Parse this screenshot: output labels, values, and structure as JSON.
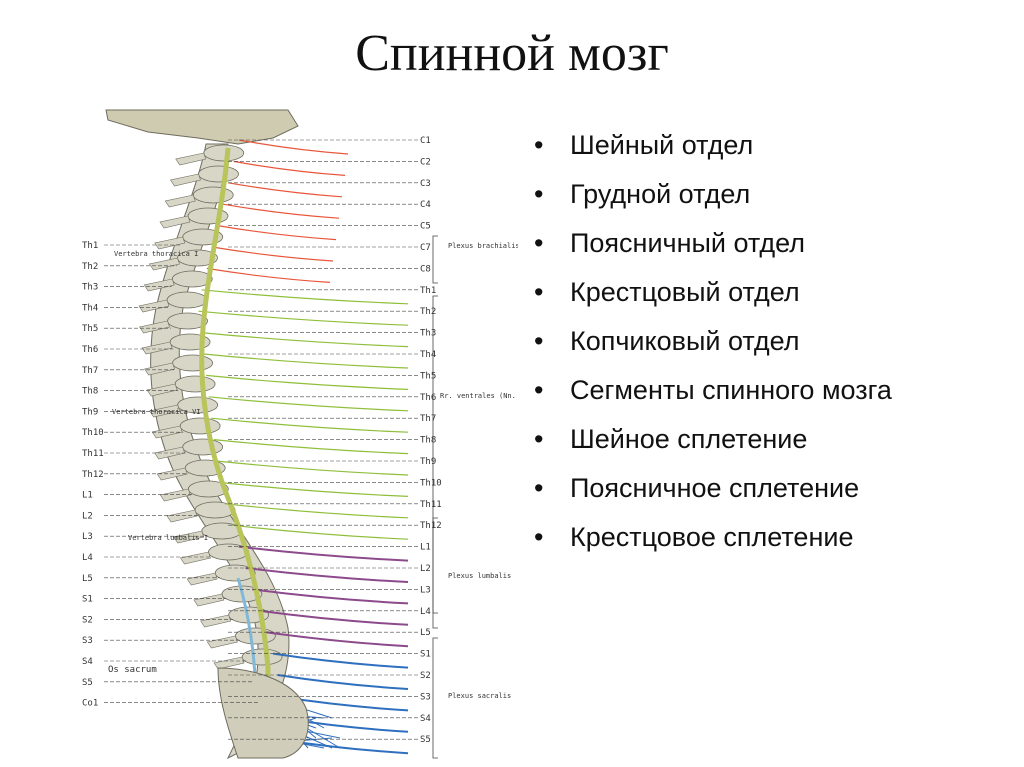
{
  "title": "Спинной мозг",
  "bullets": [
    "Шейный отдел",
    "Грудной отдел",
    "Поясничный отдел",
    "Крестцовый отдел",
    "Копчиковый отдел",
    "Сегменты спинного мозга",
    "Шейное сплетение",
    "Поясничное сплетение",
    "Крестцовое сплетение"
  ],
  "figure": {
    "left_labels": [
      "Th1",
      "Th2",
      "Th3",
      "Th4",
      "Th5",
      "Th6",
      "Th7",
      "Th8",
      "Th9",
      "Th10",
      "Th11",
      "Th12",
      "L1",
      "L2",
      "L3",
      "L4",
      "L5",
      "S1",
      "S2",
      "S3",
      "S4",
      "S5",
      "Co1"
    ],
    "right_labels": [
      "C1",
      "C2",
      "C3",
      "C4",
      "C5",
      "C7",
      "C8",
      "Th1",
      "Th2",
      "Th3",
      "Th4",
      "Th5",
      "Th6",
      "Th7",
      "Th8",
      "Th9",
      "Th10",
      "Th11",
      "Th12",
      "L1",
      "L2",
      "L3",
      "L4",
      "L5",
      "S1",
      "S2",
      "S3",
      "S4",
      "S5"
    ],
    "annotations": {
      "vertebra_thoracica_1": "Vertebra thoracica I",
      "vertebra_thoracica_6": "Vertebra thoracica VI",
      "vertebra_lumbalis": "Vertebra lumbalis I",
      "os_sacrum": "Os sacrum",
      "plexus_brachialis": "Plexus brachialis",
      "rr_ventrales": "Rr. ventrales (Nn. intercostales)",
      "plexus_lumbalis": "Plexus lumbalis",
      "plexus_sacralis": "Plexus sacralis"
    },
    "colors": {
      "bone": "#d8d6c6",
      "bone_stroke": "#6e6c5e",
      "cervical_nerves": "#e8553a",
      "thoracic_nerves": "#8fbf3a",
      "lumbar_nerves": "#8c4a8c",
      "sacral_nerves": "#2f6fbf",
      "cord": "#b9c45a"
    }
  }
}
